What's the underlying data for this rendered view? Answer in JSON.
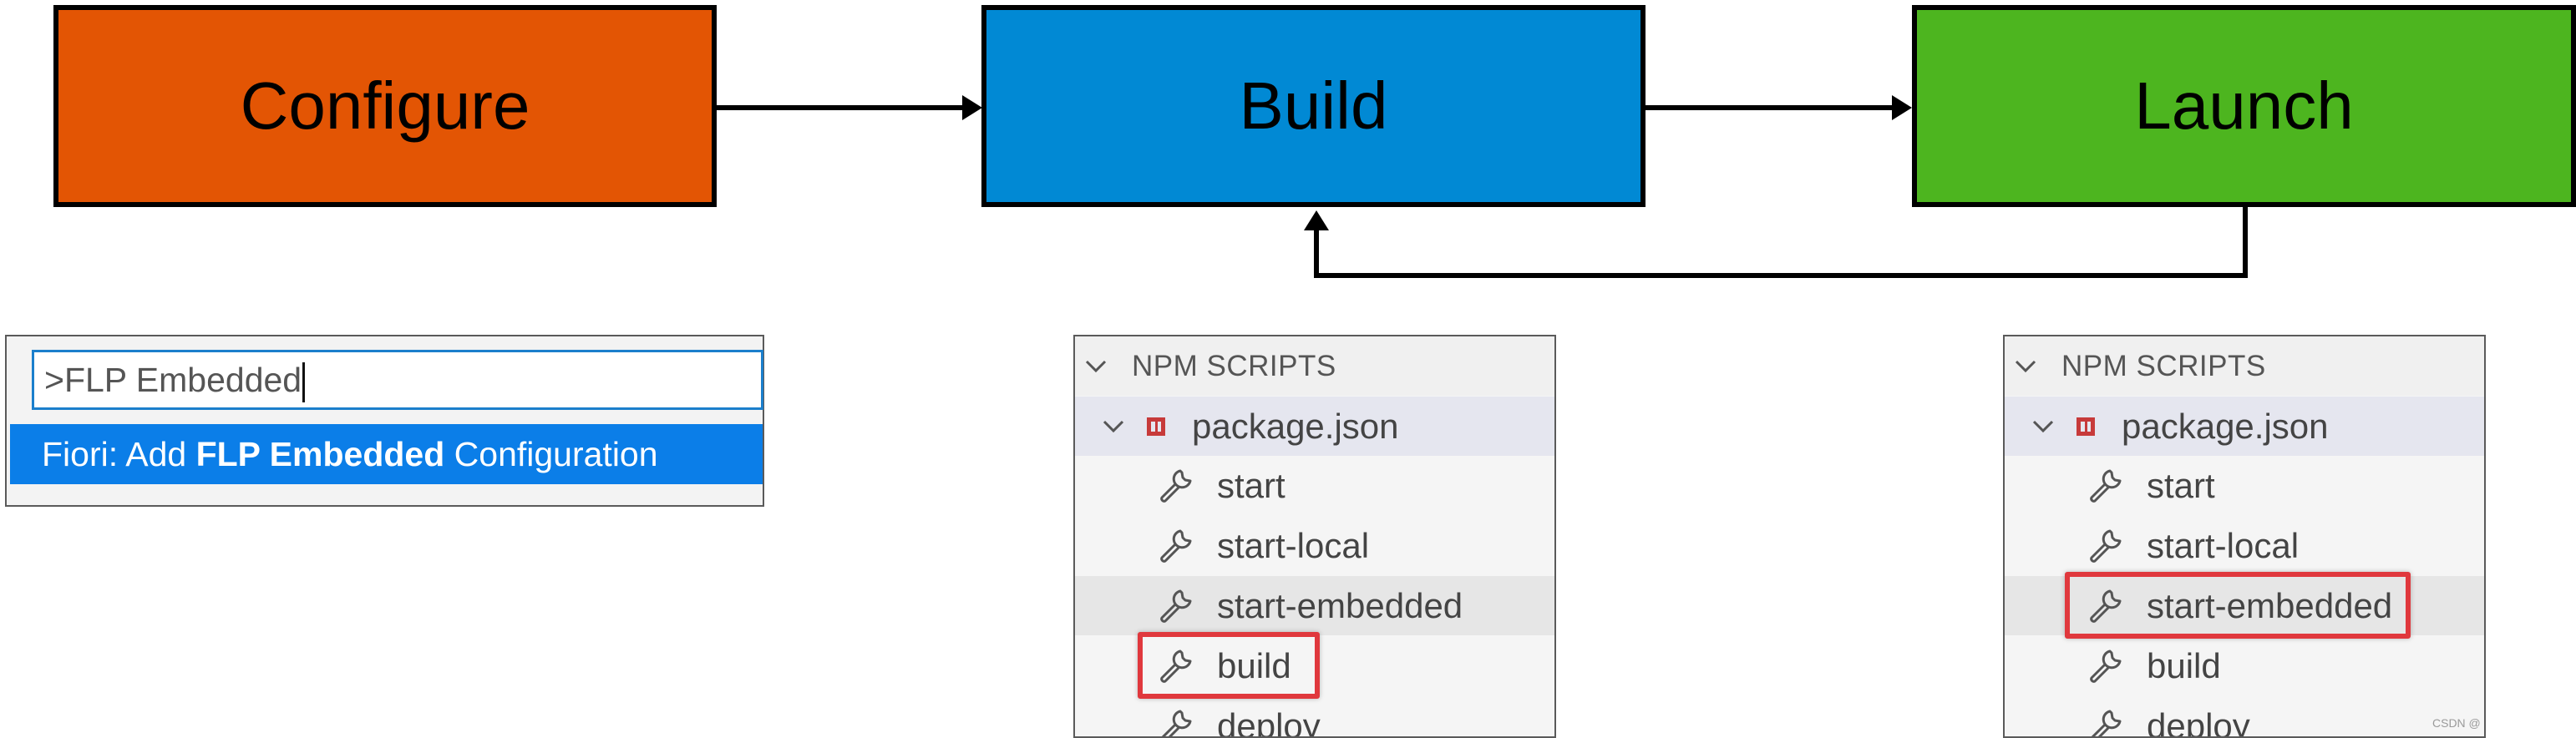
{
  "stages": {
    "configure": {
      "label": "Configure",
      "color": "#e35504"
    },
    "build": {
      "label": "Build",
      "color": "#0189d4"
    },
    "launch": {
      "label": "Launch",
      "color": "#4db51f"
    }
  },
  "palette": {
    "input_value": ">FLP Embedded",
    "result_prefix": "Fiori: Add ",
    "result_match": "FLP Embedded",
    "result_suffix": " Configuration"
  },
  "npm_panel_build": {
    "header": "NPM SCRIPTS",
    "package": "package.json",
    "scripts": [
      "start",
      "start-local",
      "start-embedded",
      "build",
      "deploy"
    ],
    "highlighted_script": "build"
  },
  "npm_panel_launch": {
    "header": "NPM SCRIPTS",
    "package": "package.json",
    "scripts": [
      "start",
      "start-local",
      "start-embedded",
      "build",
      "deploy"
    ],
    "highlighted_script": "start-embedded"
  },
  "icons": {
    "chevron": "chevron-down-icon",
    "package": "package-json-icon",
    "script": "wrench-icon",
    "arrow": "arrow-right-icon"
  },
  "colors": {
    "highlight_box": "#e0383d",
    "selection": "#0b7ee8",
    "input_border": "#1b7fcc"
  },
  "watermark": "CSDN @"
}
